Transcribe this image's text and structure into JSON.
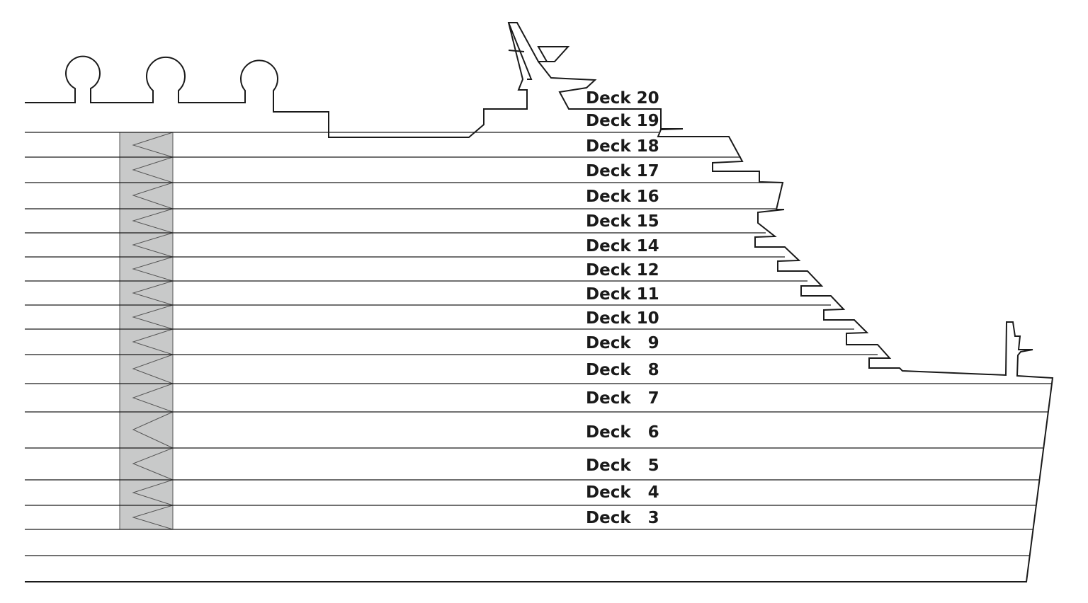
{
  "colors": {
    "outline": "#1a1a1a",
    "stairwell_fill": "#c8c9c9",
    "stairwell_stroke": "#555555",
    "background": "#ffffff"
  },
  "decks": [
    {
      "label": "Deck 20"
    },
    {
      "label": "Deck 19"
    },
    {
      "label": "Deck 18"
    },
    {
      "label": "Deck 17"
    },
    {
      "label": "Deck 16"
    },
    {
      "label": "Deck 15"
    },
    {
      "label": "Deck 14"
    },
    {
      "label": "Deck 12"
    },
    {
      "label": "Deck 11"
    },
    {
      "label": "Deck 10"
    },
    {
      "label": "Deck   9"
    },
    {
      "label": "Deck   8"
    },
    {
      "label": "Deck   7"
    },
    {
      "label": "Deck   6"
    },
    {
      "label": "Deck   5"
    },
    {
      "label": "Deck   4"
    },
    {
      "label": "Deck   3"
    }
  ]
}
